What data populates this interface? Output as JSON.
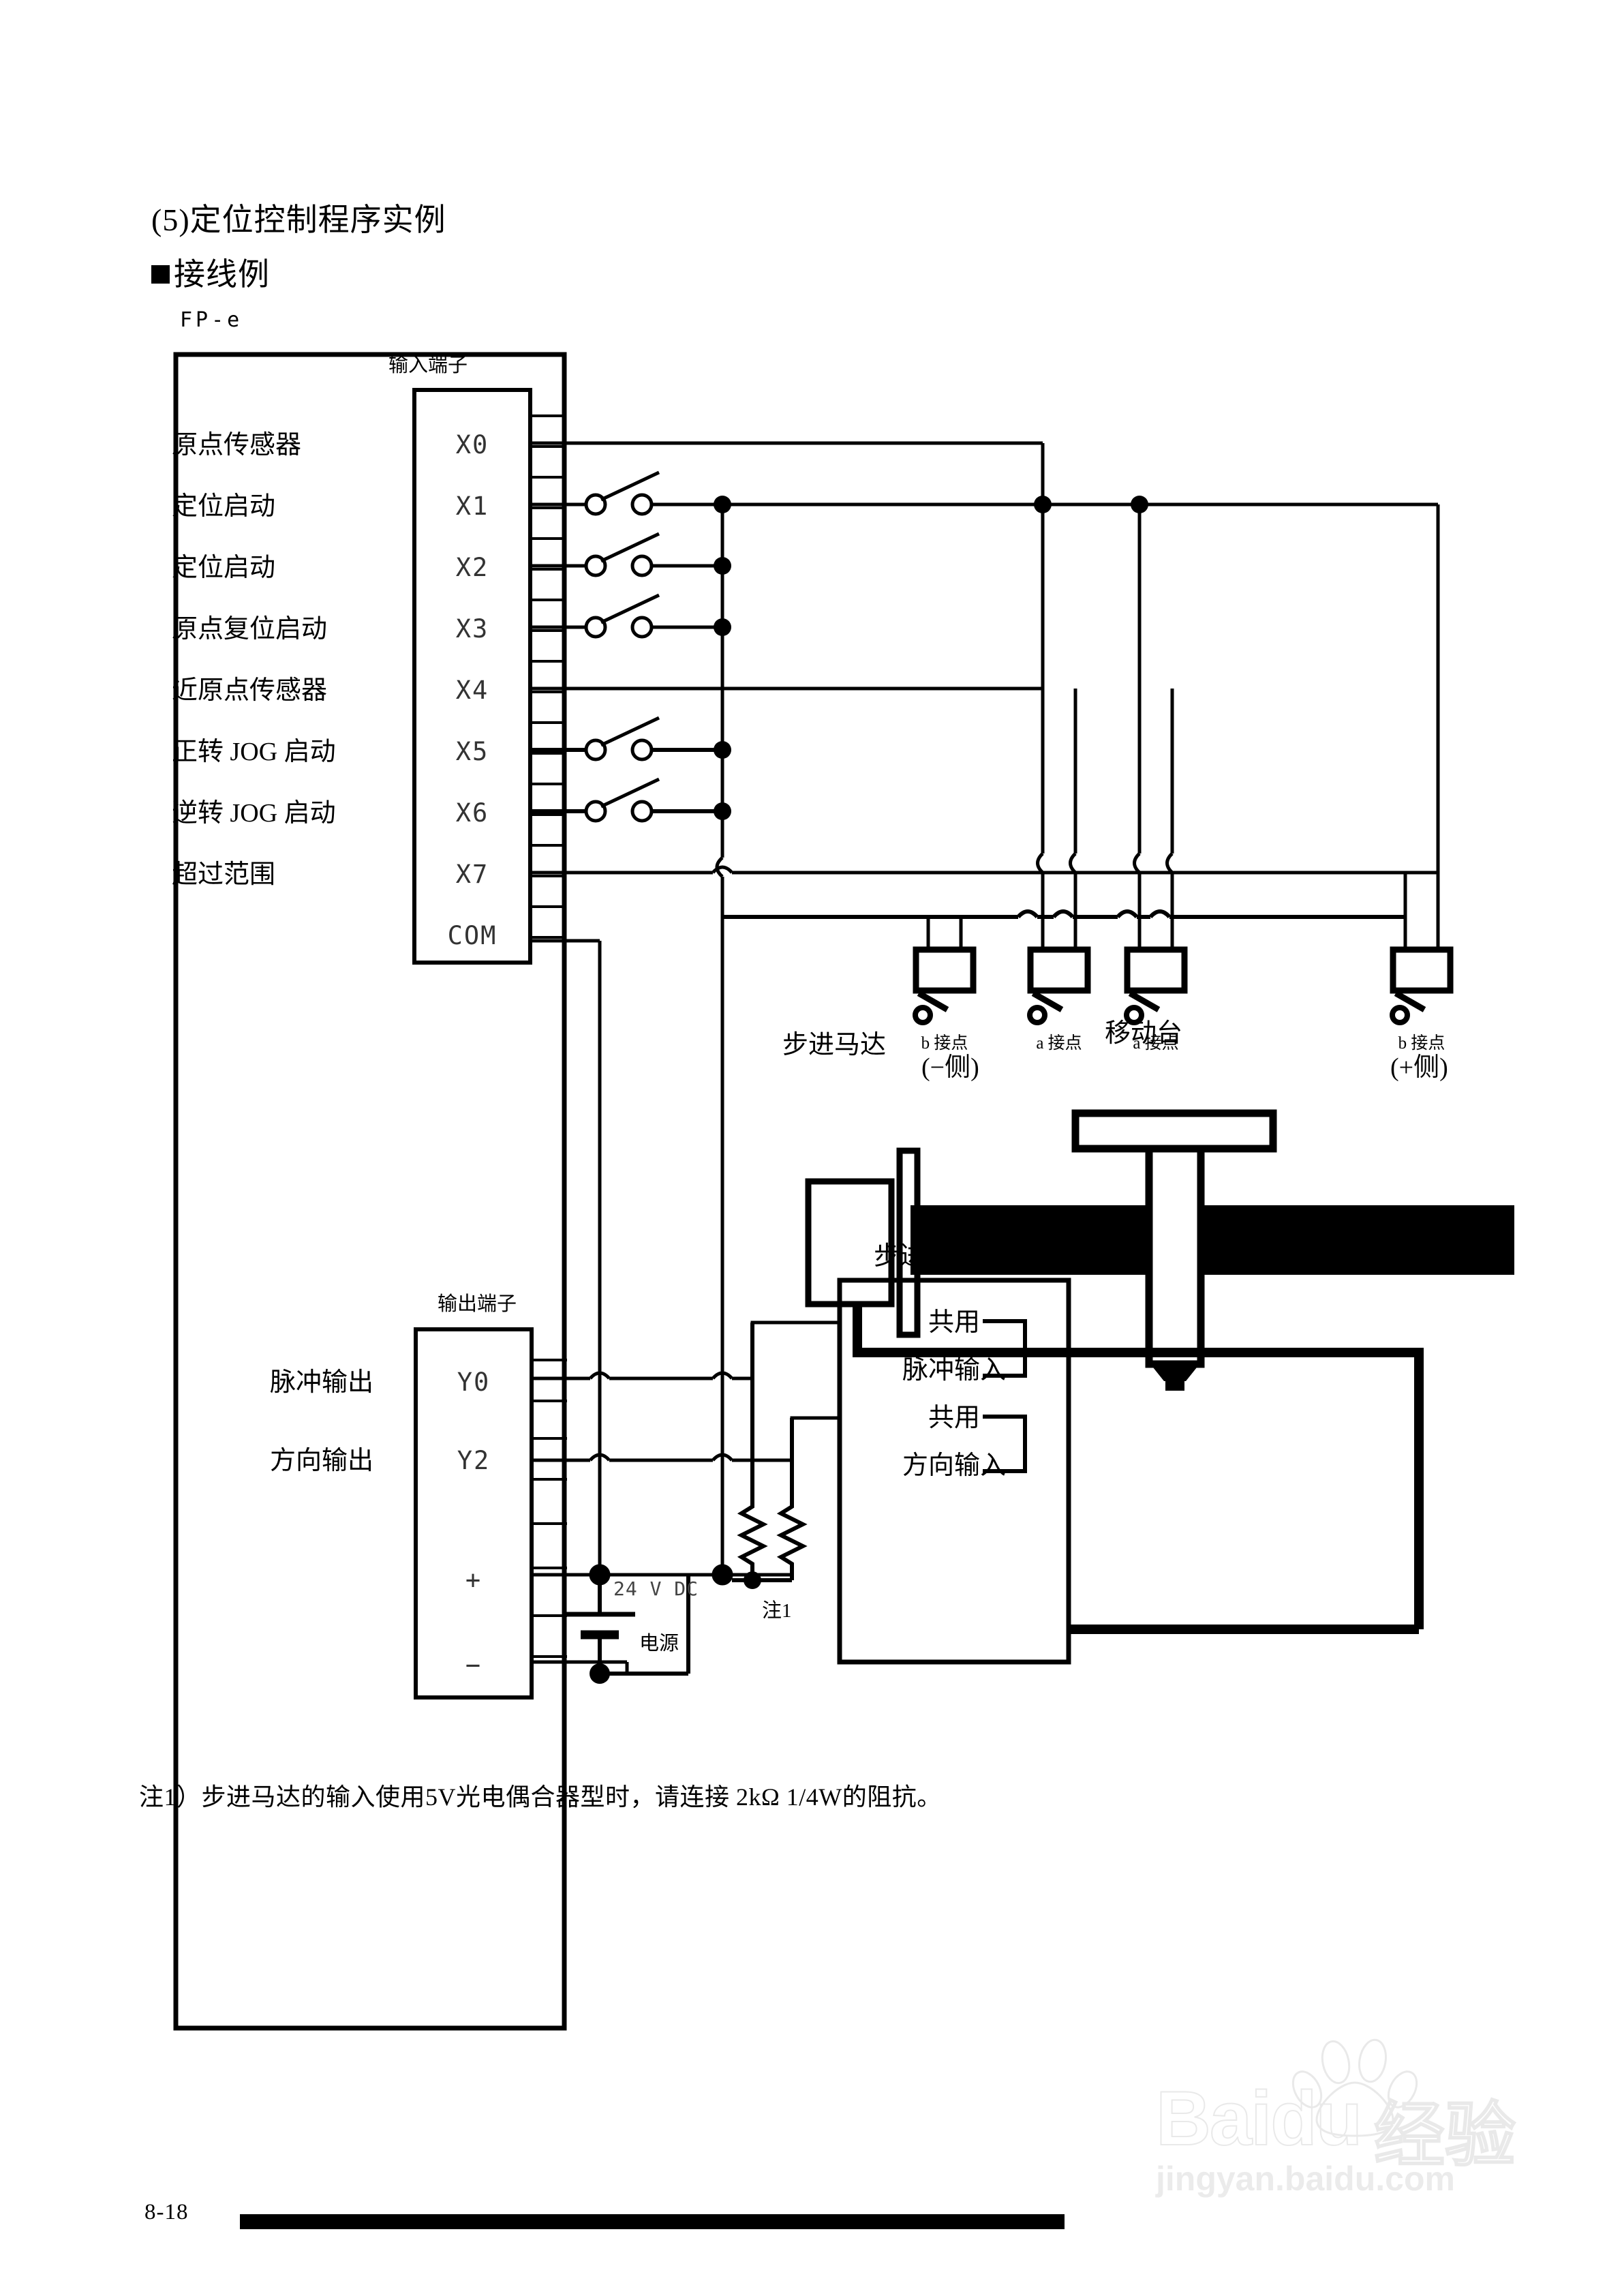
{
  "document": {
    "section_heading": "(5)定位控制程序实例",
    "subsection_heading": "接线例",
    "device_label": "FP-e",
    "footnote": "注1）步进马达的输入使用5V光电偶合器型时，请连接 2kΩ 1/4W的阻抗。",
    "page_number": "8-18"
  },
  "watermark": {
    "brand": "Baidu",
    "brand_cn": "经验",
    "url": "jingyan.baidu.com"
  },
  "input_section": {
    "terminal_block_title": "输入端子",
    "rows": [
      {
        "function": "原点传感器",
        "terminal": "X0"
      },
      {
        "function": "定位启动",
        "terminal": "X1"
      },
      {
        "function": "定位启动",
        "terminal": "X2"
      },
      {
        "function": "原点复位启动",
        "terminal": "X3"
      },
      {
        "function": "近原点传感器",
        "terminal": "X4"
      },
      {
        "function": "正转 JOG 启动",
        "terminal": "X5"
      },
      {
        "function": "逆转 JOG 启动",
        "terminal": "X6"
      },
      {
        "function": "超过范围",
        "terminal": "X7"
      },
      {
        "function": "",
        "terminal": "COM"
      }
    ]
  },
  "output_section": {
    "terminal_block_title": "输出端子",
    "rows": [
      {
        "function": "脉冲输出",
        "terminal": "Y0"
      },
      {
        "function": "方向输出",
        "terminal": "Y2"
      },
      {
        "function": "",
        "terminal": "+"
      },
      {
        "function": "",
        "terminal": "−"
      }
    ]
  },
  "limit_switches": [
    {
      "label": "b 接点"
    },
    {
      "label": "a 接点"
    },
    {
      "label": "a 接点"
    },
    {
      "label": "b 接点"
    }
  ],
  "mechanics": {
    "motor_label": "步进马达",
    "table_label": "移动台",
    "minus_side": "(−侧)",
    "plus_side": "(+侧)"
  },
  "driver": {
    "title": "步进马达驱动器",
    "terminals": [
      "共用",
      "脉冲输入",
      "共用",
      "方向输入"
    ]
  },
  "power_supply": {
    "voltage": "24 V DC",
    "label": "电源"
  },
  "resistor_note": "注1",
  "colors": {
    "ink": "#000000",
    "terminal_text": "#333333",
    "watermark": "#cfcfcf"
  }
}
